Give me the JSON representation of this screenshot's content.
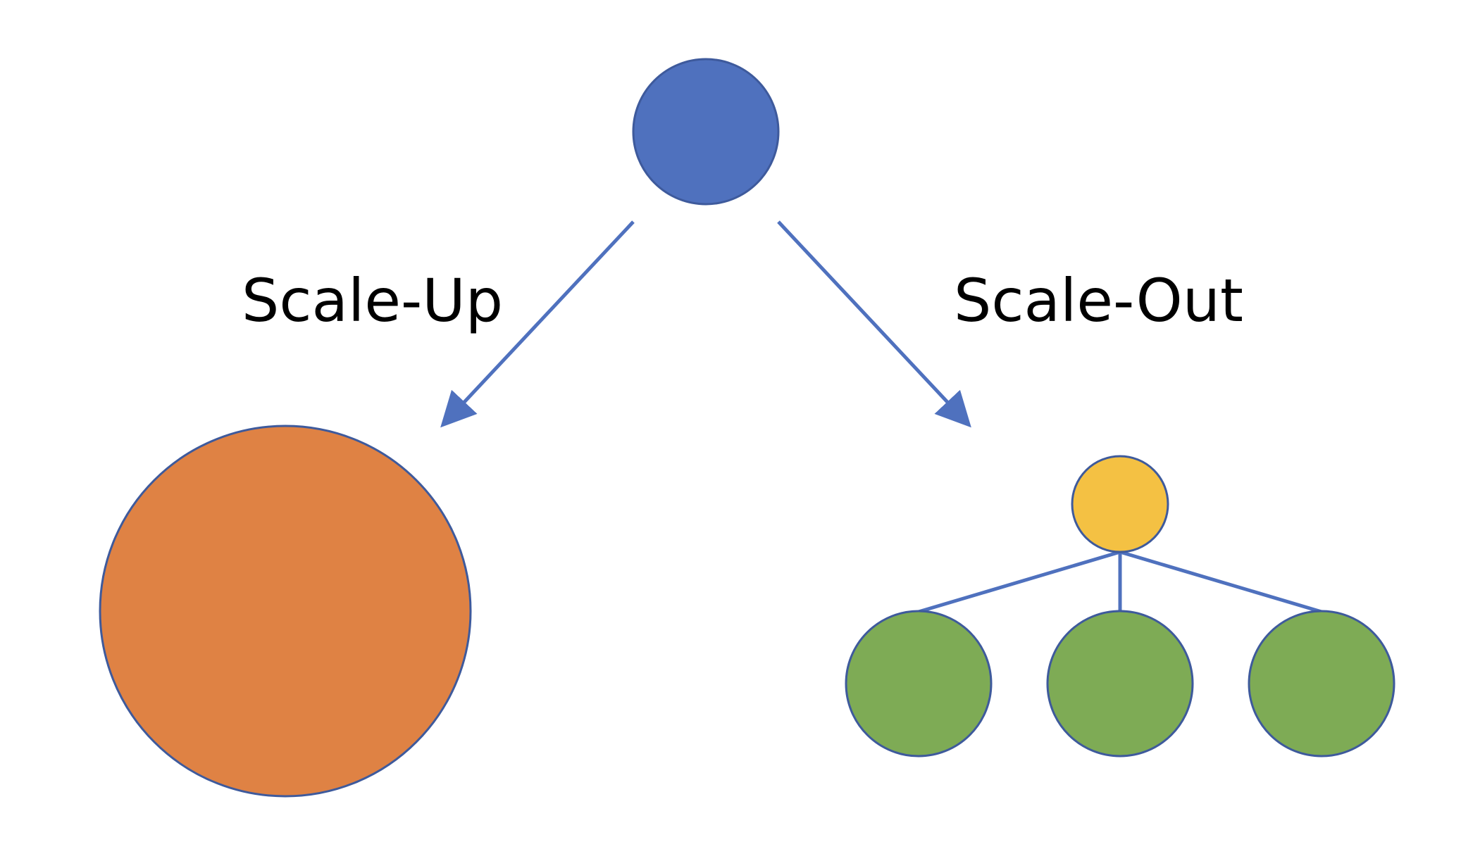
{
  "labels": {
    "scale_up": "Scale-Up",
    "scale_out": "Scale-Out"
  },
  "colors": {
    "original_node": "#4F71BE",
    "scale_up_node": "#DF8244",
    "scale_out_head_node": "#F4C143",
    "scale_out_worker_node": "#7EAB55",
    "stroke": "#3E5A9C",
    "connector": "#4F71BE",
    "background": "#FFFFFF"
  },
  "nodes": {
    "original": {
      "role": "original-server"
    },
    "scale_up": {
      "role": "larger-server"
    },
    "scale_out_head": {
      "role": "coordinator-node"
    },
    "scale_out_workers": [
      {
        "role": "worker-node-1"
      },
      {
        "role": "worker-node-2"
      },
      {
        "role": "worker-node-3"
      }
    ]
  }
}
